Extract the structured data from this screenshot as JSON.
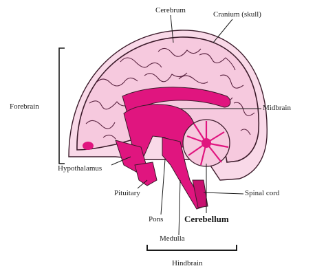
{
  "labels": {
    "cerebrum": "Cerebrum",
    "cranium": "Cranium (skull)",
    "forebrain": "Forebrain",
    "midbrain": "Midbrain",
    "hypothalamus": "Hypothalamus",
    "pituitary": "Pituitary",
    "spinal_cord": "Spinal cord",
    "pons": "Pons",
    "cerebellum": "Cerebellum",
    "medulla": "Medulla",
    "hindbrain": "Hindbrain"
  },
  "colors": {
    "cortex_fill": "#f6c9de",
    "skull_fill": "#f9d9e8",
    "deep_structures": "#e0157f",
    "outline": "#3b1a2a"
  }
}
